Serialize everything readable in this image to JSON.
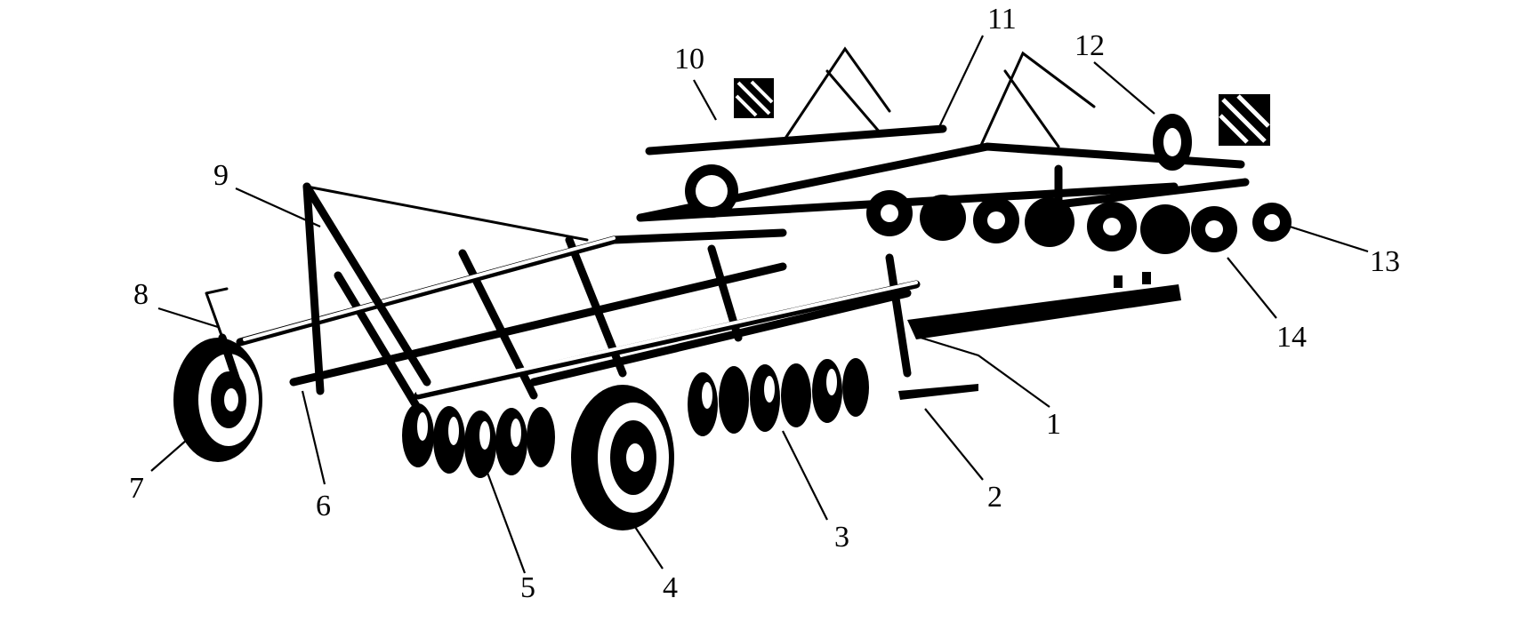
{
  "figure": {
    "colors": {
      "ink": "#000000",
      "paper": "#ffffff"
    },
    "callouts": [
      {
        "id": "1",
        "label": "1"
      },
      {
        "id": "2",
        "label": "2"
      },
      {
        "id": "3",
        "label": "3"
      },
      {
        "id": "4",
        "label": "4"
      },
      {
        "id": "5",
        "label": "5"
      },
      {
        "id": "6",
        "label": "6"
      },
      {
        "id": "7",
        "label": "7"
      },
      {
        "id": "8",
        "label": "8"
      },
      {
        "id": "9",
        "label": "9"
      },
      {
        "id": "10",
        "label": "10"
      },
      {
        "id": "11",
        "label": "11"
      },
      {
        "id": "12",
        "label": "12"
      },
      {
        "id": "13",
        "label": "13"
      },
      {
        "id": "14",
        "label": "14"
      }
    ]
  }
}
